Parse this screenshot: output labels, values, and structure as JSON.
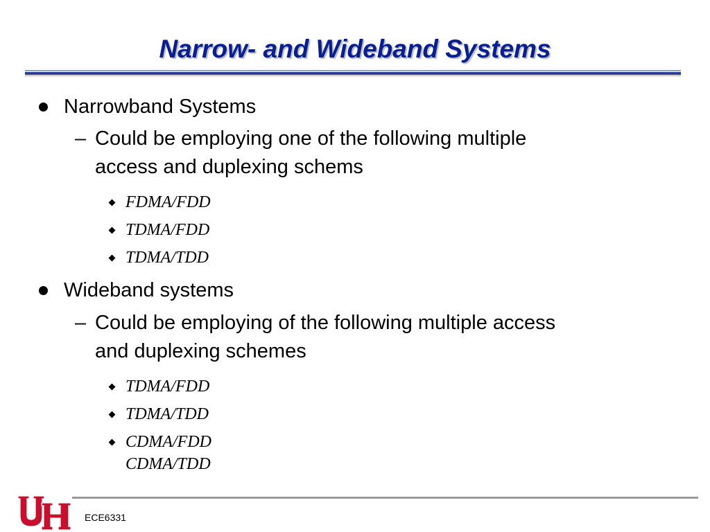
{
  "title": "Narrow- and Wideband Systems",
  "sections": [
    {
      "heading": "Narrowband Systems",
      "sub": [
        "Could be employing one of the following multiple",
        "access and duplexing schems"
      ],
      "items": [
        "FDMA/FDD",
        "TDMA/FDD",
        "TDMA/TDD"
      ]
    },
    {
      "heading": "Wideband systems",
      "sub": [
        "Could be employing of the following multiple access",
        "and duplexing schemes"
      ],
      "items": [
        "TDMA/FDD",
        "TDMA/TDD",
        "CDMA/FDD",
        "CDMA/TDD"
      ]
    }
  ],
  "footer": {
    "course": "ECE6331"
  },
  "colors": {
    "title": "#0a1f8f",
    "title_rule": "#2c3f8f",
    "logo_red": "#c8102e",
    "footer_rule": "#9a9a9a"
  },
  "logo": {
    "icon": "uh-interlocking-logo"
  }
}
